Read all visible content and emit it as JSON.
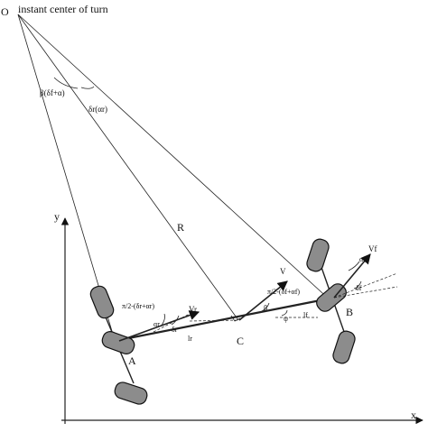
{
  "labels": {
    "origin": "O",
    "origin_caption": "instant center of turn",
    "beta_front_angle": "β(δf+α)",
    "delta_r_angle": "δr(αr)",
    "radius": "R",
    "y_axis": "y",
    "x_axis": "x",
    "point_a": "A",
    "point_b": "B",
    "point_c": "C",
    "rear_angle_expr": "π/2-(δr+αr)",
    "center_angle_expr": "π/2-(δf+αf)",
    "velocity_rear": "Vr",
    "velocity_front": "Vf",
    "velocity_center": "V",
    "alpha_rear": "αr",
    "delta_rear": "δr",
    "alpha_front": "αf",
    "delta_front": "δf",
    "beta": "β",
    "psi": "ψ",
    "length_rear": "lr",
    "length_front": "lf"
  }
}
